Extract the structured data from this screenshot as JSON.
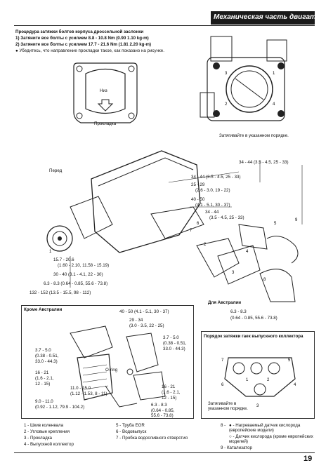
{
  "header": {
    "title": "Механическая часть двигателя"
  },
  "procedure": {
    "title": "Процедура затяжки болтов корпуса дроссельной заслонки",
    "step1": "1) Затяните все болты с усилием 8.8 - 10.8 Nm (0.90 1.10 kg-m)",
    "step2": "2) Затяните все болты с усилием 17.7 - 21.6 Nm (1.81 2.20 kg-m)",
    "note": "● Убедитесь, что направление прокладки такое, как показано на рисунке."
  },
  "gasket_labels": {
    "down": "Низ",
    "gasket": "Прокладка"
  },
  "throttle_caption": "Затягивайте в указанном порядке.",
  "front_label": "Перед",
  "torque_main": [
    "34 - 44 (3.5 - 4.5, 25 - 33)",
    "34 - 44 (3.5 - 4.5, 25 - 33)",
    "25 - 29",
    "(2.6 - 3.0, 19 - 22)",
    "40 - 50",
    "(4.1 - 5.1, 30 - 37)",
    "34 - 44",
    "(3.5 - 4.5, 25 - 33)",
    "15.7 - 20.6",
    "(1.60 - 2.10, 11.58 - 15.19)",
    "30 - 40 (3.1 - 4.1, 22 - 30)",
    "6.3 - 8.3 (0.64 - 0.85, 55.6 - 73.8)",
    "132 - 152 (13.5 - 15.5, 98 - 112)"
  ],
  "australia": {
    "label": "Для Австралии",
    "torque1": "6.3 - 8.3",
    "torque2": "(0.64 - 0.85, 55.6 - 73.8)"
  },
  "except_australia": {
    "label": "Кроме Австралии",
    "torques": [
      "40 - 50 (4.1 - 5.1, 30 - 37)",
      "29 - 34",
      "(3.0 - 3.5, 22 - 25)",
      "3.7 - 5.0",
      "(0.38 - 0.51,",
      "33.0 - 44.3)",
      "3.7 - 5.0",
      "(0.38 - 0.51,",
      "33.0 - 44.3)",
      "16 - 21",
      "(1.6 - 2.1,",
      "12 - 15)",
      "16 - 21",
      "(1.6 - 2.1,",
      "12 - 15)",
      "11.0 - 15.0",
      "(1.12 - 1.53, 8 - 11)",
      "9.0 - 11.0",
      "(0.92 - 1.12, 79.9 - 104.2)",
      "6.3 - 8.3",
      "(0.64 - 0.85,",
      "55.6 - 73.8)"
    ],
    "oring": "O-ring"
  },
  "exhaust_order": {
    "title": "Порядок затяжки гаек выпускного коллектора",
    "caption": "Затягивайте в указанном порядке."
  },
  "legend": [
    "1 - Шкив коленвала",
    "2 - Угловые крепления",
    "3 - Прокладка",
    "4 - Выпускной коллектор",
    "5 - Труба EGR",
    "6 - Водовыпуск",
    "7 - Пробка водосливного отверстия",
    "8 -",
    "● - Нагреваемый датчик кислорода (европейские модели)",
    "○ - Датчик кислорода (кроме европейских моделей)",
    "9 - Катализатор"
  ],
  "page_number": "19"
}
